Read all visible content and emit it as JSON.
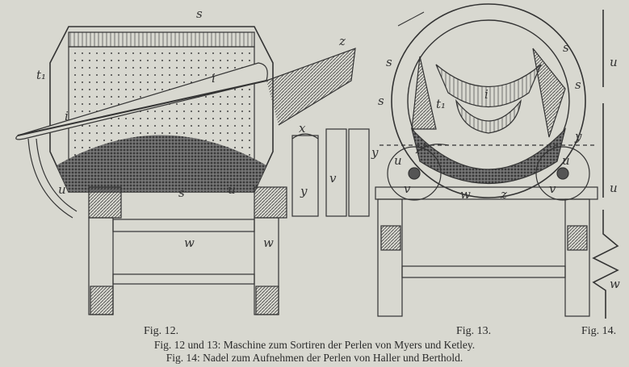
{
  "figures": {
    "fig12": {
      "label": "Fig. 12.",
      "letters": {
        "s_top": "s",
        "t1": "t₁",
        "i_top": "i",
        "i_bottom": "i",
        "z": "z",
        "x": "x",
        "y": "y",
        "v": "v",
        "u_left": "u",
        "u_right": "u",
        "s_bottom": "s",
        "w_left": "w",
        "w_right": "w"
      }
    },
    "fig13": {
      "label": "Fig. 13.",
      "letters": {
        "s1": "s",
        "s2": "s",
        "s3": "s",
        "s4": "s",
        "t1": "t₁",
        "i": "i",
        "y_left": "y",
        "y_right": "y",
        "u_left": "u",
        "u_right": "u",
        "v_left": "v",
        "v_right": "v",
        "w": "w",
        "z": "z"
      }
    },
    "fig14": {
      "label": "Fig. 14.",
      "letters": {
        "u1": "u",
        "u2": "u",
        "w": "w"
      }
    }
  },
  "caption": {
    "line1": "Fig. 12 und 13: Maschine zum Sortiren der Perlen von Myers und Ketley.",
    "line2": "Fig. 14: Nadel zum Aufnehmen der Perlen von Haller und Berthold."
  }
}
